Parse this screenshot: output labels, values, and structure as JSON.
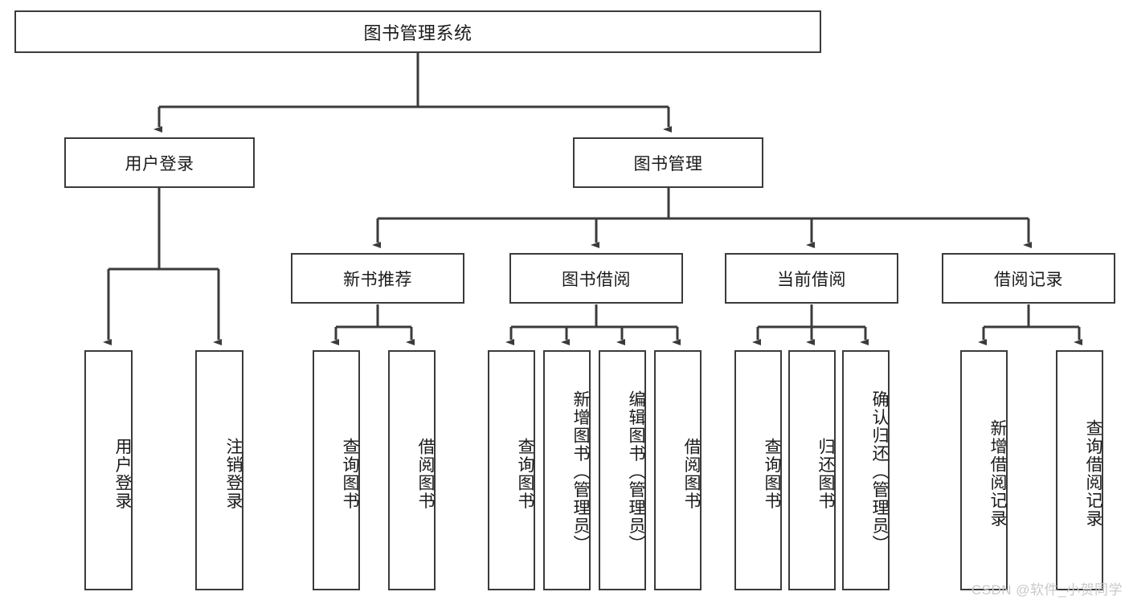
{
  "diagram": {
    "title": "图书管理系统",
    "type": "hierarchy-tree",
    "root": {
      "label": "图书管理系统"
    },
    "level1": [
      {
        "label": "用户登录"
      },
      {
        "label": "图书管理"
      }
    ],
    "level2": [
      {
        "label": "新书推荐"
      },
      {
        "label": "图书借阅"
      },
      {
        "label": "当前借阅"
      },
      {
        "label": "借阅记录"
      }
    ],
    "leaves": {
      "user_login": [
        {
          "label": "用户登录"
        },
        {
          "label": "注销登录"
        }
      ],
      "new_book_recommend": [
        {
          "label": "查询图书"
        },
        {
          "label": "借阅图书"
        }
      ],
      "book_borrow": [
        {
          "label": "查询图书"
        },
        {
          "label": "新增图书（管理员）"
        },
        {
          "label": "编辑图书（管理员）"
        },
        {
          "label": "借阅图书"
        }
      ],
      "current_borrow": [
        {
          "label": "查询图书"
        },
        {
          "label": "归还图书"
        },
        {
          "label": "确认归还（管理员）"
        }
      ],
      "borrow_record": [
        {
          "label": "新增借阅记录"
        },
        {
          "label": "查询借阅记录"
        }
      ]
    }
  },
  "watermark": {
    "text": "CSDN @软件_小贺同学"
  },
  "colors": {
    "stroke": "#3b3b3b",
    "fill": "#ffffff",
    "text": "#1a1a1a",
    "watermark": "#c9c9c9"
  }
}
